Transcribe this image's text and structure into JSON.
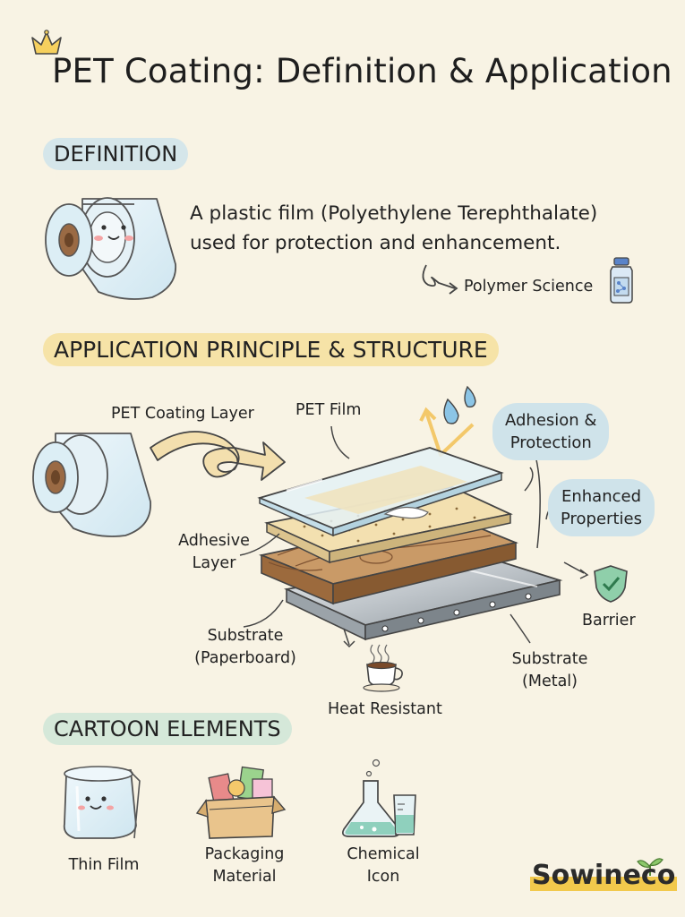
{
  "title": "PET Coating: Definition & Application",
  "sections": {
    "definition": "DEFINITION",
    "application": "APPLICATION PRINCIPLE & STRUCTURE",
    "cartoon": "CARTOON ELEMENTS"
  },
  "definition_text": "A plastic film (Polyethylene Terephthalate) used for protection and enhancement.",
  "polymer_science": "Polymer Science",
  "diagram": {
    "pet_coating_layer": "PET Coating Layer",
    "pet_film": "PET Film",
    "adhesion_protection_1": "Adhesion &",
    "adhesion_protection_2": "Protection",
    "enhanced_properties_1": "Enhanced",
    "enhanced_properties_2": "Properties",
    "adhesive_layer_1": "Adhesive",
    "adhesive_layer_2": "Layer",
    "barrier": "Barrier",
    "substrate_paperboard_1": "Substrate",
    "substrate_paperboard_2": "(Paperboard)",
    "substrate_metal_1": "Substrate",
    "substrate_metal_2": "(Metal)",
    "heat_resistant": "Heat Resistant"
  },
  "cartoon_elements": {
    "thin_film": "Thin Film",
    "packaging_1": "Packaging",
    "packaging_2": "Material",
    "chemical_1": "Chemical",
    "chemical_2": "Icon"
  },
  "brand": "Sowineco",
  "colors": {
    "background": "#f8f3e4",
    "definition_tag": "#d5e6ea",
    "application_tag": "#f6e3a7",
    "cartoon_tag": "#d5e8d9",
    "bubble": "#cfe3ea",
    "arrow": "#f3dfae",
    "brand": "#f2c94c"
  }
}
